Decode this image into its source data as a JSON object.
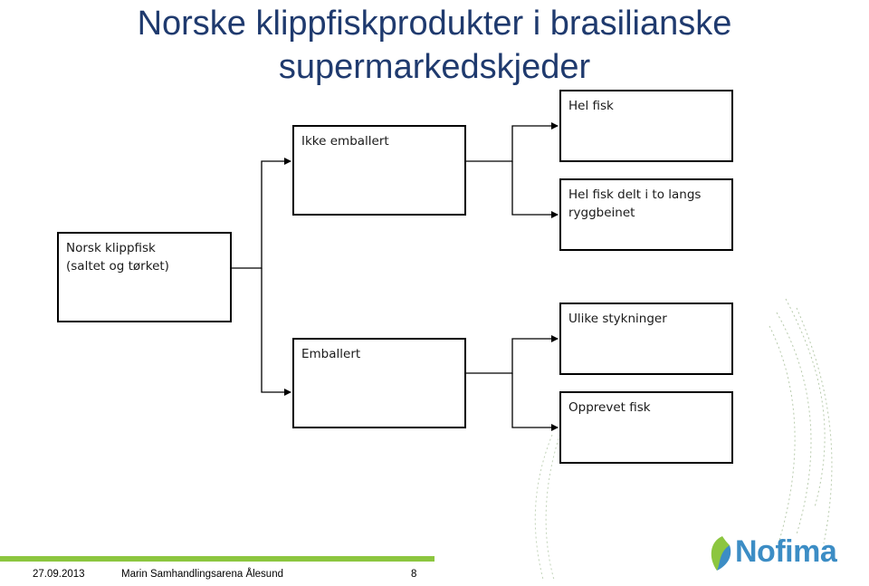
{
  "title": "Norske klippfiskprodukter i brasilianske supermarkedskjeder",
  "nodes": {
    "root": "Norsk klippfisk\n(saltet og tørket)",
    "not_packed": "Ikke emballert",
    "packed": "Emballert",
    "whole_fish": "Hel fisk",
    "split_fish": "Hel fisk delt i to langs ryggbeinet",
    "cuts": "Ulike stykninger",
    "shredded": "Opprevet fisk"
  },
  "footer": {
    "date": "27.09.2013",
    "event": "Marin Samhandlingsarena Ålesund",
    "page": "8"
  },
  "logo": {
    "text": "Nofima",
    "color": "#3c8dc5",
    "accent": "#8cc63f"
  }
}
